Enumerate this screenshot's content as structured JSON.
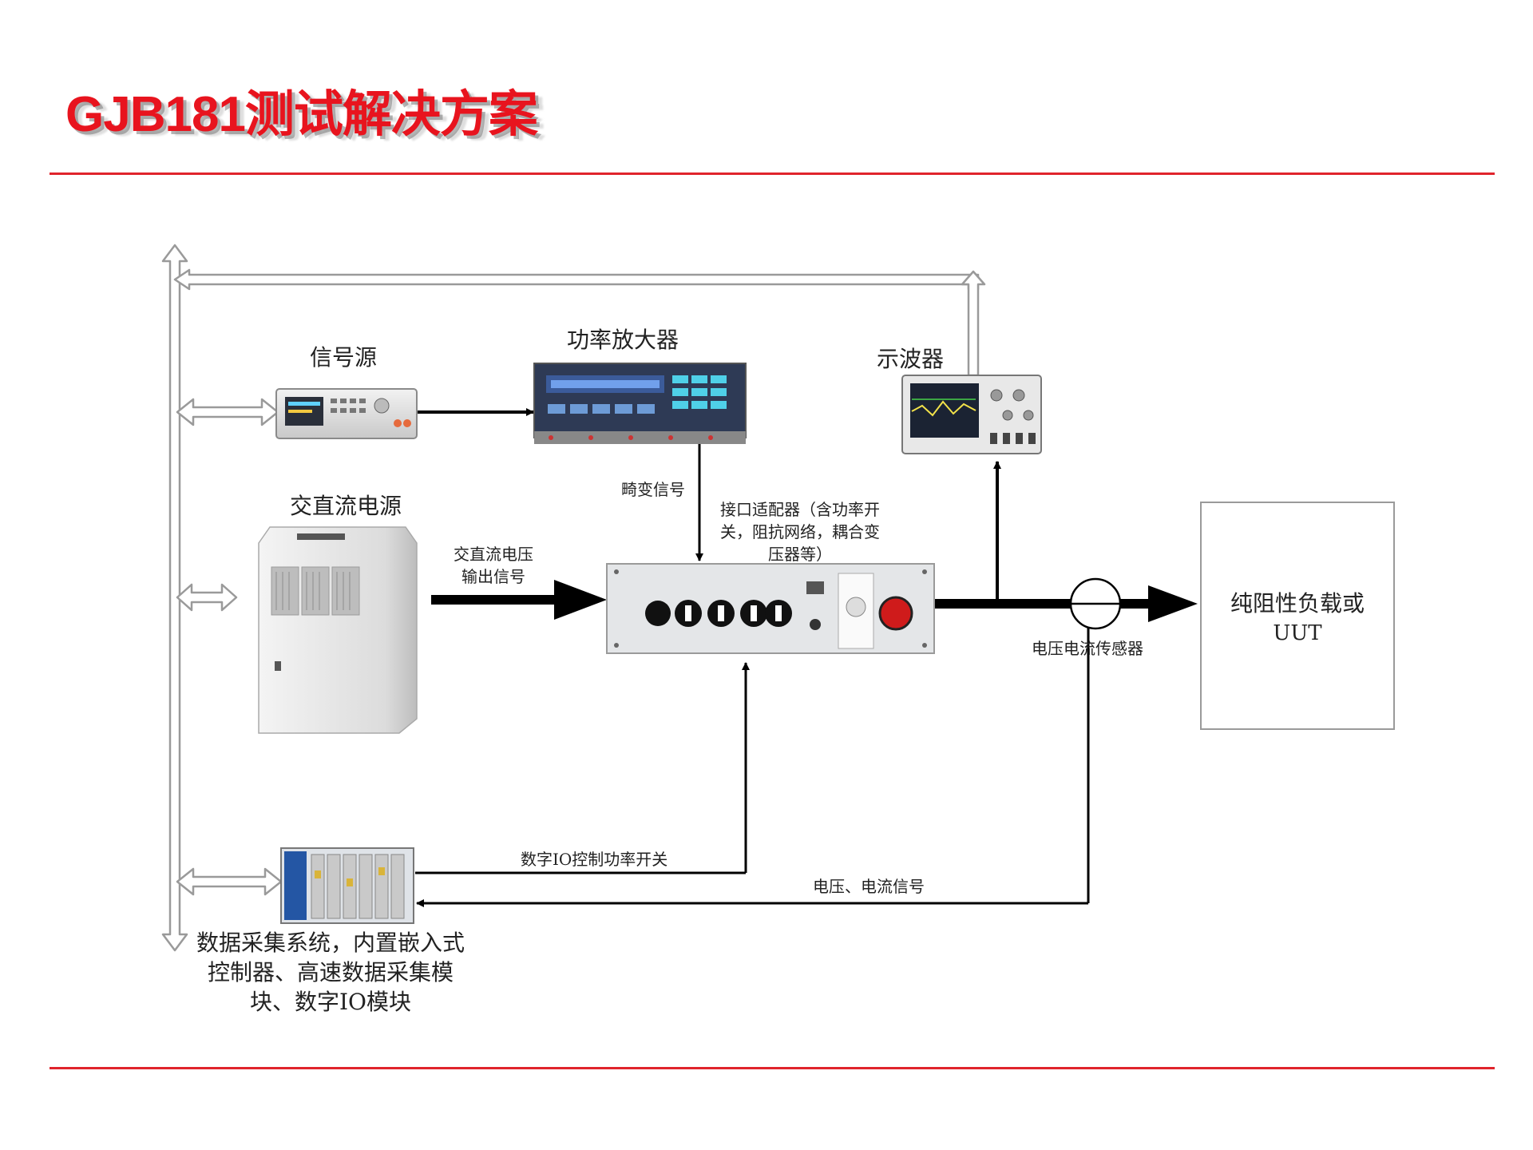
{
  "slide": {
    "title": "GJB181测试解决方案",
    "colors": {
      "accent": "#e0242c",
      "arrow_outline": "#9a9a9a",
      "arrow_fill": "#ffffff",
      "line": "#000000"
    }
  },
  "diagram": {
    "devices": {
      "signal_source": "信号源",
      "power_amplifier": "功率放大器",
      "oscilloscope": "示波器",
      "ac_dc_power": "交直流电源",
      "interface_adapter": "接口适配器（含功率开关，阻抗网络，耦合变压器等）",
      "load": "纯阻性负载或UUT",
      "sensor": "电压电流传感器",
      "daq_system": "数据采集系统，内置嵌入式控制器、高速数据采集模块、数字IO模块"
    },
    "labels": {
      "signal_source": "信号源",
      "power_amplifier": "功率放大器",
      "oscilloscope": "示波器",
      "ac_dc_power": "交直流电源",
      "distortion_signal": "畸变信号",
      "adapter_line1": "接口适配器（含功率开",
      "adapter_line2": "关，阻抗网络，耦合变",
      "adapter_line3": "压器等）",
      "acdc_voltage_line1": "交直流电压",
      "acdc_voltage_line2": "输出信号",
      "load_line1": "纯阻性负载或",
      "load_line2": "UUT",
      "sensor": "电压电流传感器",
      "digital_io_control": "数字IO控制功率开关",
      "voltage_current_signal": "电压、电流信号",
      "daq_line1": "数据采集系统，内置嵌入式",
      "daq_line2": "控制器、高速数据采集模",
      "daq_line3": "块、数字IO模块"
    }
  }
}
